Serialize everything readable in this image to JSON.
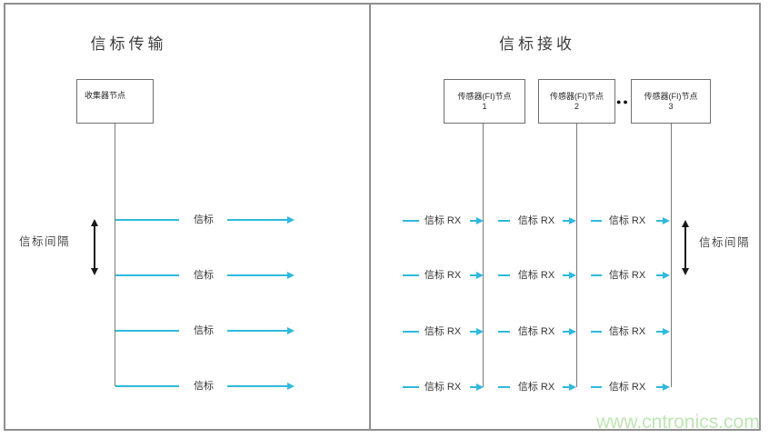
{
  "colors": {
    "beacon": "#2fb9dd",
    "frame": "#8f8f8f",
    "line": "#7a7a7a",
    "text": "#333333",
    "watermark": "#bfe5b5"
  },
  "left_panel": {
    "title": "信标传输",
    "node_label": "收集器节点",
    "beacon_label": "信标",
    "interval_label": "信标间隔",
    "beacon_rows": 4
  },
  "right_panel": {
    "title": "信标接收",
    "nodes": [
      {
        "label": "传感器(FI)节点",
        "number": "1"
      },
      {
        "label": "传感器(FI)节点",
        "number": "2"
      },
      {
        "label": "传感器(FI)节点",
        "number": "3"
      }
    ],
    "ellipsis": "●●",
    "rx_label": "信标 RX",
    "interval_label": "信标间隔",
    "rx_rows": 4
  },
  "watermark": "www.cntronics.com"
}
